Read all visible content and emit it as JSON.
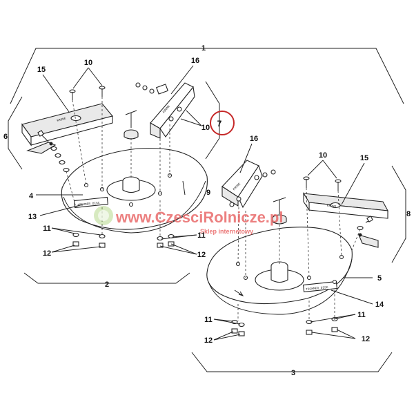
{
  "callouts": {
    "n1": "1",
    "n2": "2",
    "n3": "3",
    "n4": "4",
    "n5": "5",
    "n6": "6",
    "n7": "7",
    "n8": "8",
    "n9": "9",
    "n10a": "10",
    "n10b": "10",
    "n10c": "10",
    "n11a": "11",
    "n11b": "11",
    "n11c": "11",
    "n11d": "11",
    "n12a": "12",
    "n12b": "12",
    "n12c": "12",
    "n12d": "12",
    "n13": "13",
    "n14": "14",
    "n15a": "15",
    "n15b": "15",
    "n16a": "16",
    "n16b": "16"
  },
  "watermark": {
    "site": "www.CzesciRolnicze.pl",
    "tagline": "Sklep internetowy"
  },
  "colors": {
    "watermark": "#e96a6a",
    "highlight_circle": "#c62828",
    "logo_green": "#8bc34a"
  }
}
